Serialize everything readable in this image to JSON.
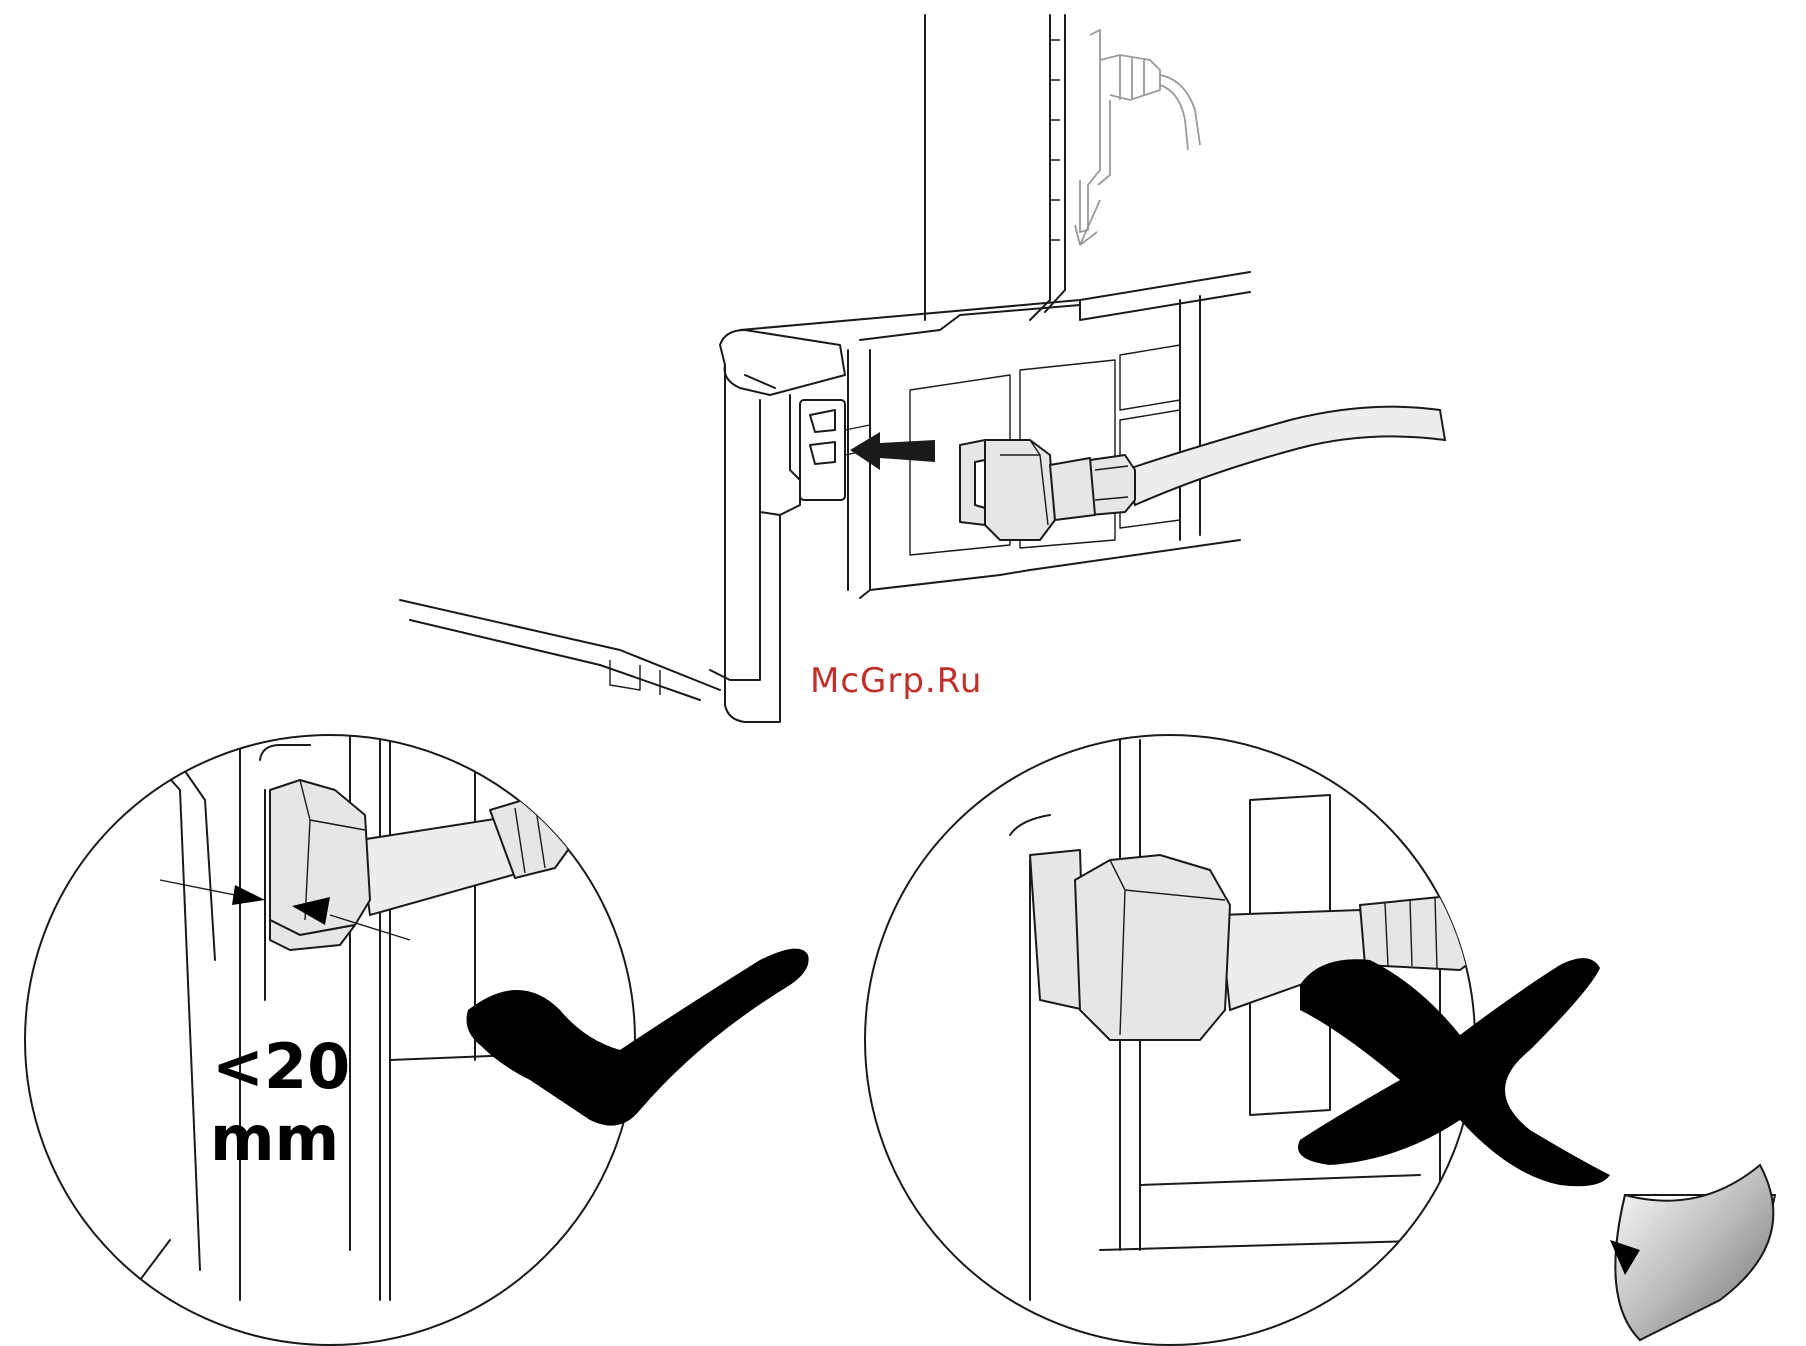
{
  "watermark": "McGrp.Ru",
  "dimension": {
    "value": "<20",
    "unit": "mm"
  },
  "icons": {
    "correct": "check-mark-icon",
    "incorrect": "cross-mark-icon",
    "page_curl": "page-turn-icon",
    "insert_direction": "arrow-left-icon",
    "mount_direction": "arrow-down-icon"
  },
  "colors": {
    "watermark": "#c0302a",
    "ink": "#1a1a1a",
    "plug_fill": "#e6e6e6"
  }
}
